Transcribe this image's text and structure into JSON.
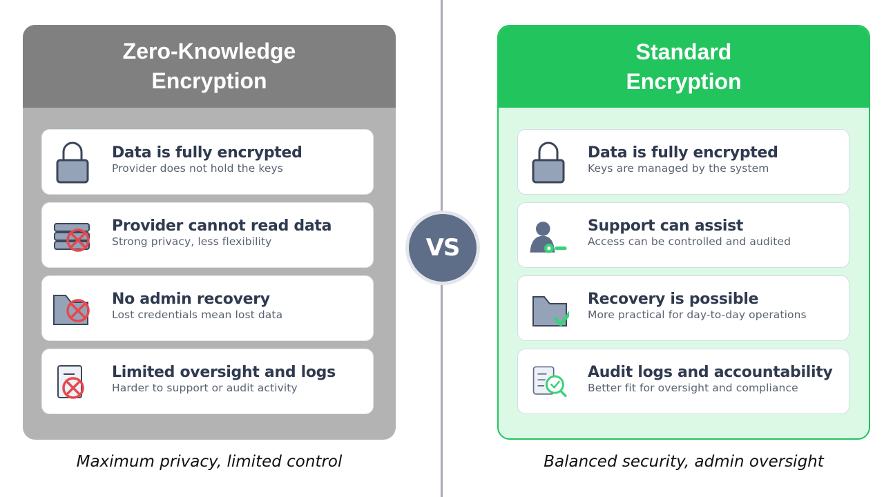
{
  "comparison": {
    "vs_label": "VS",
    "left": {
      "title_line1": "Zero-Knowledge",
      "title_line2": "Encryption",
      "header_color": "#808080",
      "body_color": "#b3b3b3",
      "caption": "Maximum privacy, limited control",
      "items": [
        {
          "icon": "padlock-icon",
          "title": "Data is fully encrypted",
          "subtitle": "Provider does not hold the keys"
        },
        {
          "icon": "database-blocked-icon",
          "title": "Provider cannot read data",
          "subtitle": "Strong privacy, less flexibility"
        },
        {
          "icon": "folder-blocked-icon",
          "title": "No admin recovery",
          "subtitle": "Lost credentials mean lost data"
        },
        {
          "icon": "document-blocked-icon",
          "title": "Limited oversight and logs",
          "subtitle": "Harder to support or audit activity"
        }
      ]
    },
    "right": {
      "title_line1": "Standard",
      "title_line2": "Encryption",
      "header_color": "#22c45e",
      "body_color": "#dcf9e6",
      "caption": "Balanced security, admin oversight",
      "items": [
        {
          "icon": "padlock-icon",
          "title": "Data is fully encrypted",
          "subtitle": "Keys are managed by the system"
        },
        {
          "icon": "user-key-icon",
          "title": "Support can assist",
          "subtitle": "Access can be controlled and audited"
        },
        {
          "icon": "folder-check-icon",
          "title": "Recovery is possible",
          "subtitle": "More practical for day-to-day operations"
        },
        {
          "icon": "document-search-check-icon",
          "title": "Audit logs and accountability",
          "subtitle": "Better fit for oversight and compliance"
        }
      ]
    }
  },
  "colors": {
    "icon_fill": "#95a3b9",
    "icon_stroke": "#3b4658",
    "blocked_red": "#e5484d",
    "check_green": "#3dd07a",
    "title_text": "#2f3a4f",
    "sub_text": "#5a6272",
    "vs_circle": "#5e6e88"
  }
}
